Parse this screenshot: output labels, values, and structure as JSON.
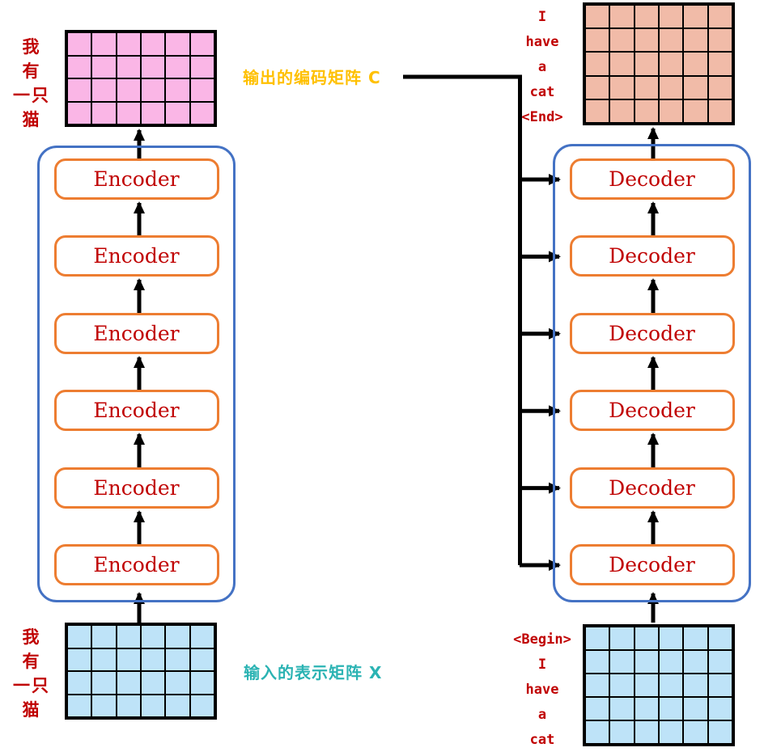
{
  "colors": {
    "dark_red": "#C00000",
    "orange_border": "#ED7D31",
    "blue_border": "#4472C4",
    "yellow_label": "#FFC000",
    "teal_label": "#2BB3B3",
    "pink_fill": "#FAB6E6",
    "salmon_fill": "#F1BBA8",
    "blue_fill": "#BEE3F8",
    "arrow_black": "#000000"
  },
  "encoder_stack": {
    "label": "Encoder",
    "count": 6,
    "block_name": "encoder-block"
  },
  "decoder_stack": {
    "label": "Decoder",
    "count": 6,
    "block_name": "decoder-block"
  },
  "labels": {
    "output_matrix": "输出的编码矩阵 C",
    "input_matrix": "输入的表示矩阵 X",
    "encoder_output_tokens": [
      "我",
      "有",
      "一只",
      "猫"
    ],
    "encoder_input_tokens": [
      "我",
      "有",
      "一只",
      "猫"
    ],
    "decoder_output_tokens": [
      "I",
      "have",
      "a",
      "cat",
      "<End>"
    ],
    "decoder_input_tokens": [
      "<Begin>",
      "I",
      "have",
      "a",
      "cat"
    ]
  },
  "matrices": {
    "encoder_output": {
      "rows": 4,
      "cols": 6,
      "fill": "#FAB6E6"
    },
    "encoder_input": {
      "rows": 4,
      "cols": 6,
      "fill": "#BEE3F8"
    },
    "decoder_output": {
      "rows": 5,
      "cols": 6,
      "fill": "#F1BBA8"
    },
    "decoder_input": {
      "rows": 5,
      "cols": 6,
      "fill": "#BEE3F8"
    }
  }
}
